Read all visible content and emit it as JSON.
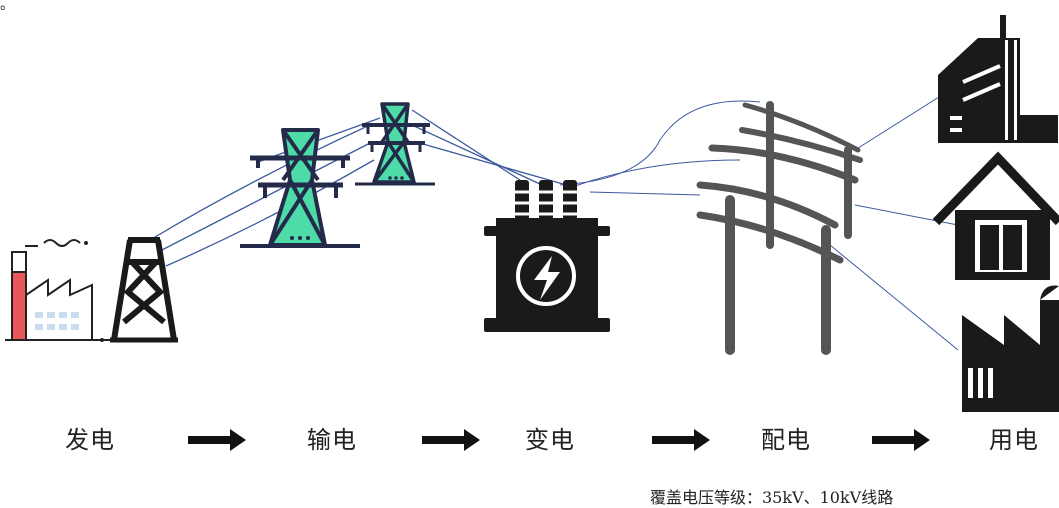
{
  "corner_mark": "。",
  "stages": [
    {
      "label": "发电"
    },
    {
      "label": "输电"
    },
    {
      "label": "变电"
    },
    {
      "label": "配电"
    },
    {
      "label": "用电"
    }
  ],
  "caption": "覆盖电压等级：35kV、10kV线路",
  "colors": {
    "icon_dark": "#1a1a1a",
    "tower_outline": "#232a4a",
    "tower_fill": "#4ddba8",
    "pole_gray": "#555555",
    "wire_blue": "#3d5a9e",
    "chimney_red": "#e8585a",
    "factory_window": "#c9dcef"
  },
  "icons": [
    "power-plant-icon",
    "lattice-tower-icon",
    "transmission-tower-icon",
    "transformer-icon",
    "distribution-pole-icon",
    "office-building-icon",
    "house-icon",
    "factory-icon"
  ]
}
